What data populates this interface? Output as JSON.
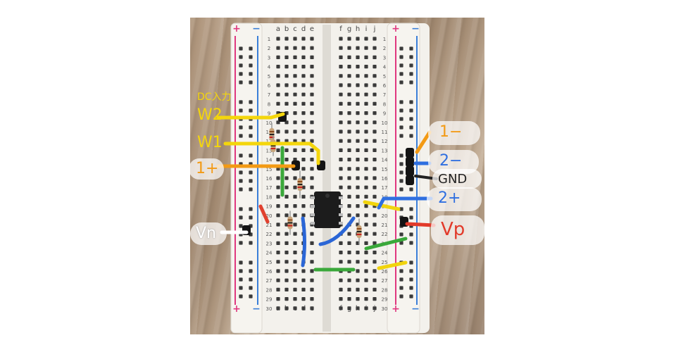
{
  "photo": {
    "rail_symbols": {
      "plus": "+",
      "minus": "−"
    },
    "column_letters_left": [
      "a",
      "b",
      "c",
      "d",
      "e"
    ],
    "column_letters_right": [
      "f",
      "g",
      "h",
      "i",
      "j"
    ],
    "row_count": 30
  },
  "annotations": [
    {
      "id": "dc-input",
      "text": "DC入力",
      "color": "#f4d60c"
    },
    {
      "id": "w2",
      "text": "W2",
      "color": "#f4d60c"
    },
    {
      "id": "w1",
      "text": "W1",
      "color": "#f4d60c"
    },
    {
      "id": "one-plus",
      "text": "1+",
      "color": "#f39a14"
    },
    {
      "id": "vn",
      "text": "Vn",
      "color": "#ffffff"
    },
    {
      "id": "one-minus",
      "text": "1−",
      "color": "#f39a14"
    },
    {
      "id": "two-minus",
      "text": "2−",
      "color": "#2f6fe0"
    },
    {
      "id": "gnd",
      "text": "GND",
      "color": "#222222"
    },
    {
      "id": "two-plus",
      "text": "2+",
      "color": "#2f6fe0"
    },
    {
      "id": "vp",
      "text": "Vp",
      "color": "#e23a2a"
    }
  ],
  "colors": {
    "board": "#f3f1ec",
    "rail_red": "#e0387f",
    "rail_blue": "#3b7fd8",
    "wire_green": "#3aa83a",
    "wire_blue": "#2b66d6",
    "wire_yellow": "#f1d40e",
    "wire_red": "#e0412f",
    "ic": "#1c1c1c"
  }
}
